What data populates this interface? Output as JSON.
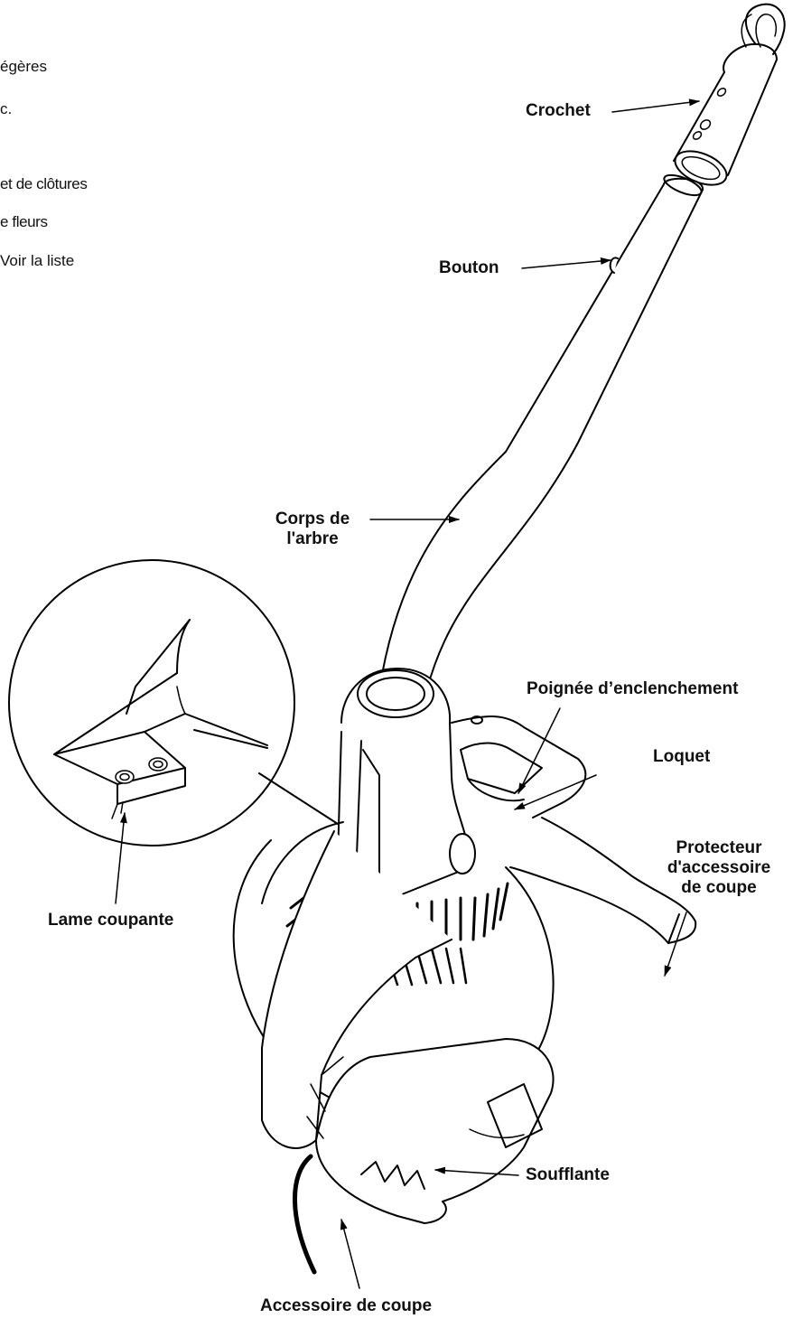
{
  "left_text": {
    "line1": "égères",
    "line2": "c.",
    "line3": "et de clôtures",
    "line4": "e fleurs",
    "line5": "Voir la liste"
  },
  "labels": {
    "crochet": "Crochet",
    "bouton": "Bouton",
    "corps_line1": "Corps de",
    "corps_line2": "l'arbre",
    "poignee": "Poignée d’enclenchement",
    "loquet": "Loquet",
    "protecteur_line1": "Protecteur",
    "protecteur_line2": "d'accessoire",
    "protecteur_line3": "de coupe",
    "lame": "Lame coupante",
    "soufflante": "Soufflante",
    "accessoire": "Accessoire de coupe"
  }
}
